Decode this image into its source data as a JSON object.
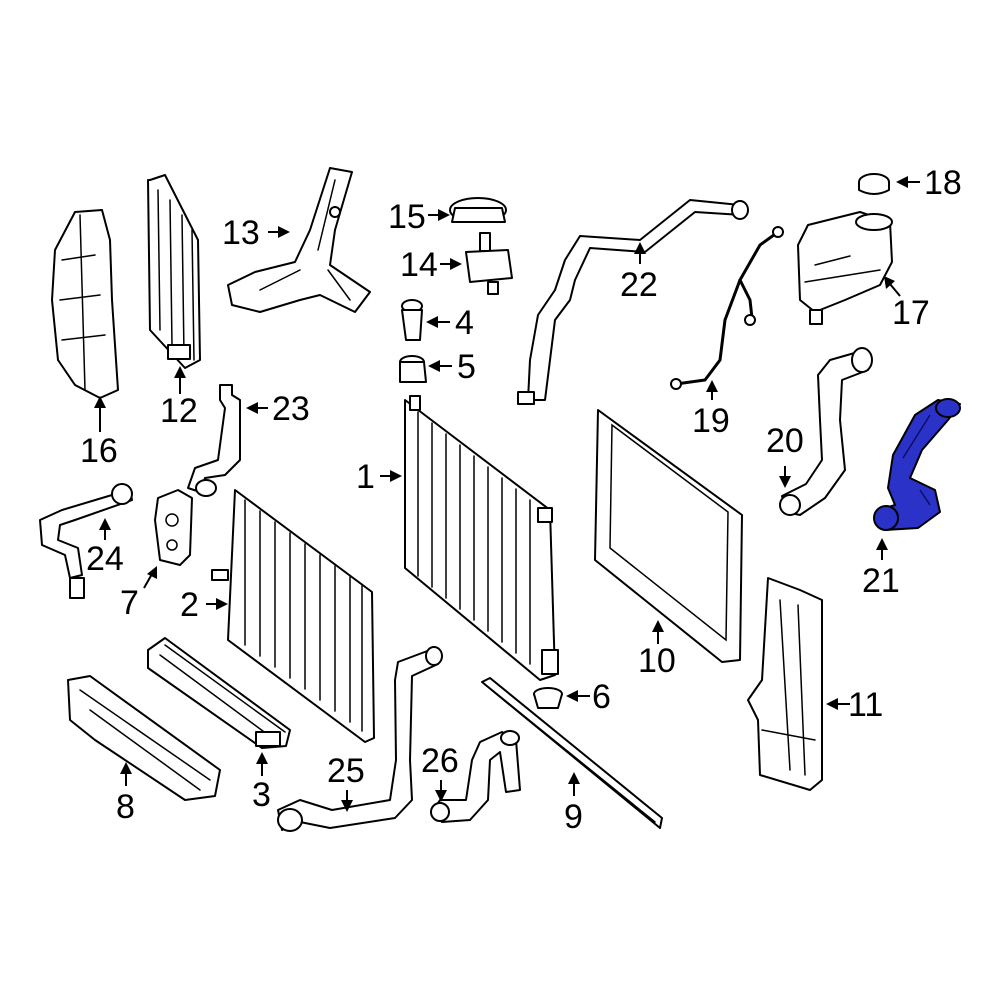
{
  "diagram": {
    "highlight_color": "#2a32c8",
    "callouts": [
      "1",
      "2",
      "3",
      "4",
      "5",
      "6",
      "7",
      "8",
      "9",
      "10",
      "11",
      "12",
      "13",
      "14",
      "15",
      "16",
      "17",
      "18",
      "19",
      "20",
      "21",
      "22",
      "23",
      "24",
      "25",
      "26"
    ],
    "highlighted_part": "21"
  }
}
